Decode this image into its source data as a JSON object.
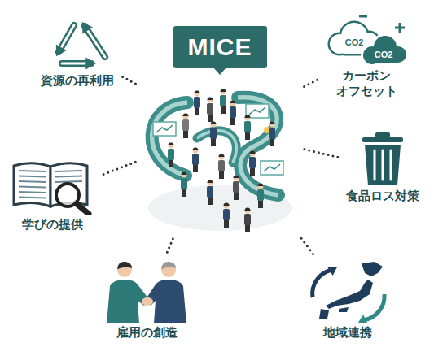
{
  "diagram": {
    "nodes": [
      {
        "text": [
          "MICE"
        ]
      },
      {
        "text": [
          "資源の再利用"
        ]
      },
      {
        "text": [
          "カーボン オフセット"
        ]
      },
      {
        "text": [
          "学びの提供"
        ]
      },
      {
        "text": [
          "食品ロス対策"
        ]
      },
      {
        "text": [
          "雇用の創造"
        ]
      },
      {
        "text": [
          "地域連携"
        ]
      }
    ],
    "edges": [
      {
        "from": 0,
        "to": 1,
        "arrow": "none"
      },
      {
        "from": 0,
        "to": 2,
        "arrow": "none"
      },
      {
        "from": 0,
        "to": 3,
        "arrow": "none"
      },
      {
        "from": 0,
        "to": 4,
        "arrow": "none"
      },
      {
        "from": 0,
        "to": 5,
        "arrow": "none"
      },
      {
        "from": 0,
        "to": 6,
        "arrow": "none"
      }
    ],
    "labels": [
      "CO2",
      "CO2"
    ]
  }
}
